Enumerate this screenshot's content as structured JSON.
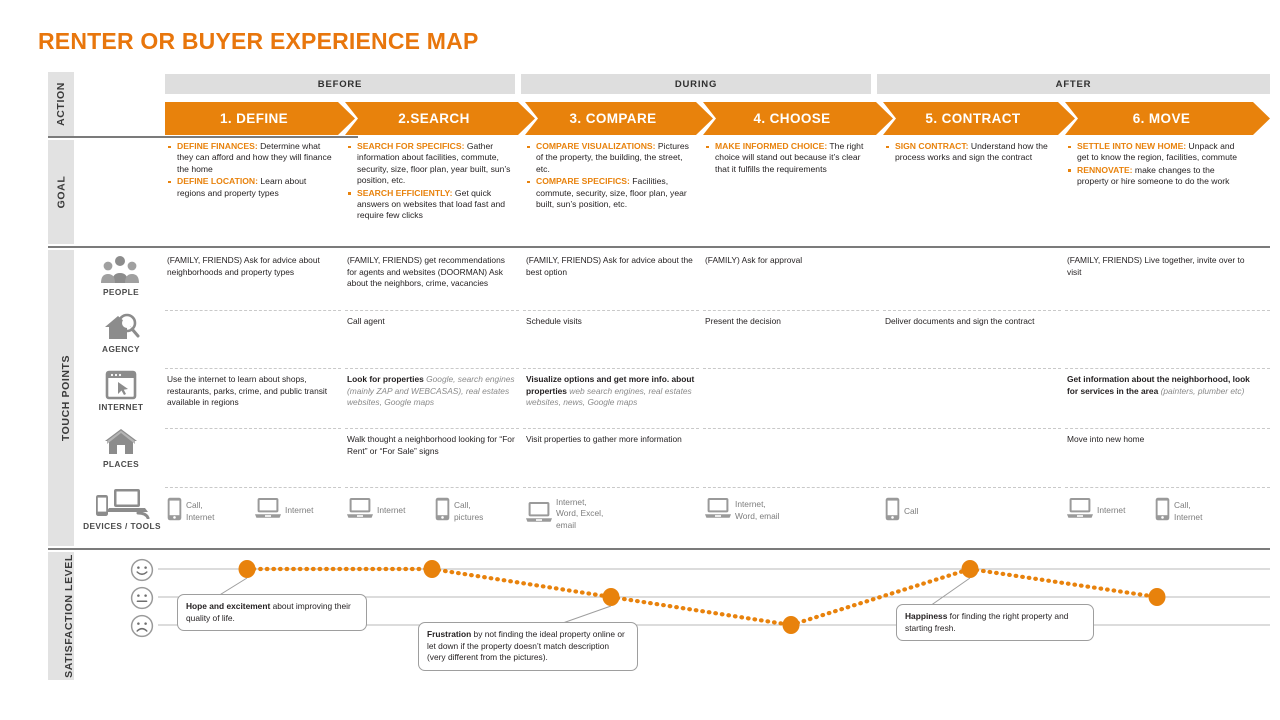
{
  "title": "RENTER OR BUYER EXPERIENCE MAP",
  "colors": {
    "orange": "#E8820C",
    "title_orange": "#E8760C",
    "band_gray": "#E2E2E2",
    "group_gray": "#DEDEDE",
    "icon_gray": "#8c8c8c"
  },
  "row_labels": {
    "action": "ACTION",
    "goal": "GOAL",
    "touch_points": "TOUCH POINTS",
    "satisfaction": "SATISFACTION LEVEL"
  },
  "groups": [
    {
      "label": "BEFORE"
    },
    {
      "label": "DURING"
    },
    {
      "label": "AFTER"
    }
  ],
  "stages": [
    {
      "label": "1. DEFINE"
    },
    {
      "label": "2.SEARCH"
    },
    {
      "label": "3. COMPARE"
    },
    {
      "label": "4. CHOOSE"
    },
    {
      "label": "5. CONTRACT"
    },
    {
      "label": "6. MOVE"
    }
  ],
  "goals": [
    {
      "items": [
        {
          "key": "DEFINE FINANCES:",
          "text": " Determine what they can afford and how they will finance the home"
        },
        {
          "key": "DEFINE LOCATION:",
          "text": " Learn about regions and property types"
        }
      ]
    },
    {
      "items": [
        {
          "key": "SEARCH FOR SPECIFICS:",
          "text": " Gather information about facilities, commute, security, size, floor plan, year built, sun’s position, etc."
        },
        {
          "key": "SEARCH EFFICIENTLY:",
          "text": " Get quick answers on websites that load fast and require few clicks"
        }
      ]
    },
    {
      "items": [
        {
          "key": "COMPARE VISUALIZATIONS:",
          "text": " Pictures of the property, the building, the street, etc."
        },
        {
          "key": "COMPARE SPECIFICS:",
          "text": " Facilities, commute, security, size, floor plan, year built, sun’s position, etc."
        }
      ]
    },
    {
      "items": [
        {
          "key": "MAKE INFORMED CHOICE:",
          "text": " The right choice will stand out because it’s clear that it fulfills the requirements"
        }
      ]
    },
    {
      "items": [
        {
          "key": "SIGN CONTRACT:",
          "text": " Understand how the process works  and sign the contract"
        }
      ]
    },
    {
      "items": [
        {
          "key": "SETTLE INTO NEW HOME:",
          "text": " Unpack and get to know the region, facilities, commute"
        },
        {
          "key": "RENNOVATE:",
          "text": " make changes to the property or hire someone to do the work"
        }
      ]
    }
  ],
  "touch_rows": [
    {
      "icon": "people-icon",
      "label": "PEOPLE",
      "cells": [
        {
          "plain": "(FAMILY, FRIENDS) Ask for advice about neighborhoods and property types"
        },
        {
          "plain": "(FAMILY, FRIENDS) get recommendations for agents and websites (DOORMAN) Ask about the neighbors, crime, vacancies"
        },
        {
          "plain": "(FAMILY, FRIENDS) Ask for advice about the best option"
        },
        {
          "plain": "(FAMILY) Ask for approval"
        },
        {
          "plain": ""
        },
        {
          "plain": "(FAMILY, FRIENDS) Live together, invite over to visit"
        }
      ]
    },
    {
      "icon": "agency-icon",
      "label": "AGENCY",
      "cells": [
        {
          "plain": ""
        },
        {
          "plain": "Call agent"
        },
        {
          "plain": "Schedule visits"
        },
        {
          "plain": "Present the decision"
        },
        {
          "plain": "Deliver documents and sign the contract"
        },
        {
          "plain": ""
        }
      ]
    },
    {
      "icon": "internet-icon",
      "label": "INTERNET",
      "cells": [
        {
          "plain": "Use the internet to learn about shops, restaurants, parks, crime, and public transit available in regions"
        },
        {
          "bold": "Look for properties",
          "italic": "Google, search engines (mainly ZAP and WEBCASAS), real estates websites, Google maps"
        },
        {
          "bold": "Visualize options and get more info. about properties ",
          "italic": "web search engines, real estates websites, news, Google maps"
        },
        {
          "plain": ""
        },
        {
          "plain": ""
        },
        {
          "bold": "Get information about the neighborhood, look for services in the area ",
          "italic": "(painters, plumber etc)"
        }
      ]
    },
    {
      "icon": "places-icon",
      "label": "PLACES",
      "cells": [
        {
          "plain": ""
        },
        {
          "plain": "Walk thought a neighborhood looking for “For Rent” or “For Sale” signs"
        },
        {
          "plain": "Visit properties to gather more information"
        },
        {
          "plain": ""
        },
        {
          "plain": ""
        },
        {
          "plain": "Move into new home"
        }
      ]
    }
  ],
  "devices_row": {
    "icon": "devices-icon",
    "label": "DEVICES / TOOLS",
    "columns": [
      {
        "items": [
          {
            "icon": "phone-icon",
            "text": "Call,\nInternet"
          },
          {
            "icon": "laptop-icon",
            "text": "Internet"
          }
        ]
      },
      {
        "items": [
          {
            "icon": "laptop-icon",
            "text": "Internet"
          },
          {
            "icon": "phone-icon",
            "text": "Call,\npictures"
          }
        ]
      },
      {
        "items": [
          {
            "icon": "laptop-icon",
            "text": "Internet,\nWord, Excel,\nemail"
          }
        ]
      },
      {
        "items": [
          {
            "icon": "laptop-icon",
            "text": "Internet,\nWord, email"
          }
        ]
      },
      {
        "items": [
          {
            "icon": "phone-icon",
            "text": "Call"
          }
        ]
      },
      {
        "items": [
          {
            "icon": "laptop-icon",
            "text": "Internet"
          },
          {
            "icon": "phone-icon",
            "text": "Call,\nInternet"
          }
        ]
      }
    ]
  },
  "chart_data": {
    "type": "line",
    "title": "Satisfaction Level",
    "ylabel": "Satisfaction",
    "levels": [
      "happy",
      "neutral",
      "sad"
    ],
    "level_icons": [
      "smiley-happy-icon",
      "smiley-neutral-icon",
      "smiley-sad-icon"
    ],
    "categories": [
      "1. DEFINE",
      "2.SEARCH",
      "3. COMPARE",
      "4. CHOOSE",
      "5. CONTRACT",
      "6. MOVE"
    ],
    "values": [
      "happy",
      "happy",
      "neutral",
      "sad",
      "happy",
      "neutral"
    ],
    "numeric_values": [
      3,
      3,
      2,
      1,
      3,
      2
    ],
    "ylim": [
      1,
      3
    ],
    "grid": true,
    "legend": "none",
    "points": [
      {
        "x": 247,
        "y": 569,
        "level": "happy"
      },
      {
        "x": 432,
        "y": 569,
        "level": "happy"
      },
      {
        "x": 611,
        "y": 597,
        "level": "neutral"
      },
      {
        "x": 791,
        "y": 625,
        "level": "sad"
      },
      {
        "x": 970,
        "y": 569,
        "level": "happy"
      },
      {
        "x": 1157,
        "y": 597,
        "level": "neutral"
      }
    ],
    "annotations": [
      {
        "bold": "Hope and excitement",
        "text": " about improving their quality of life."
      },
      {
        "bold": "Frustration",
        "text": " by not finding the ideal property online or let down if the property doesn’t match description (very different from the pictures)."
      },
      {
        "bold": "Happiness",
        "text": " for finding the right property and starting fresh."
      }
    ]
  }
}
